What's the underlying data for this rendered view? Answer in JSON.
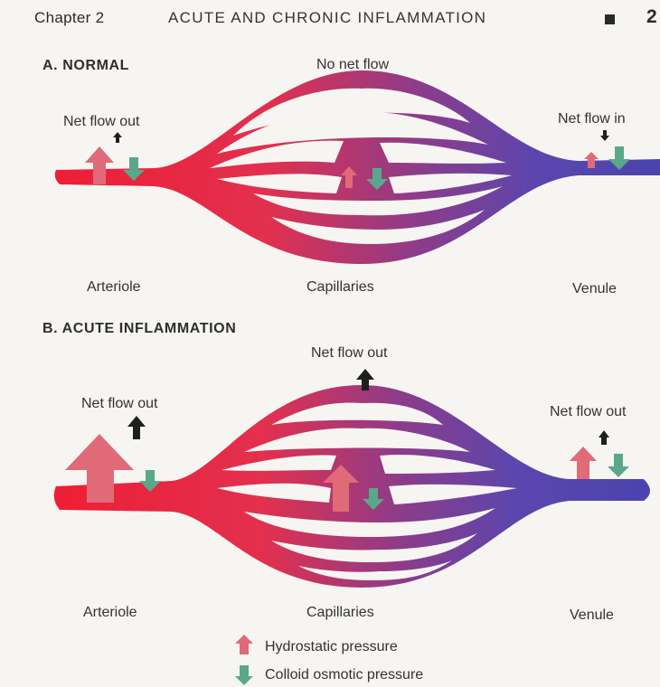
{
  "header": {
    "chapter": "Chapter 2",
    "title": "ACUTE AND CHRONIC INFLAMMATION",
    "page_number": "2"
  },
  "normal": {
    "title": "A. NORMAL",
    "no_net_flow": "No net flow",
    "net_flow_out": "Net flow out",
    "net_flow_in": "Net flow in",
    "arteriole": "Arteriole",
    "capillaries": "Capillaries",
    "venule": "Venule"
  },
  "acute": {
    "title": "B. ACUTE INFLAMMATION",
    "net_flow_out_top": "Net flow out",
    "net_flow_out_left": "Net flow out",
    "net_flow_out_right": "Net flow out",
    "arteriole": "Arteriole",
    "capillaries": "Capillaries",
    "venule": "Venule"
  },
  "legend": {
    "hydrostatic": "Hydrostatic pressure",
    "colloid": "Colloid osmotic pressure"
  },
  "colors": {
    "arterial_red": "#e8233a",
    "venous_blue": "#4e44b0",
    "hydrostatic_arrow": "#e06a78",
    "colloid_arrow": "#5aa88c"
  }
}
